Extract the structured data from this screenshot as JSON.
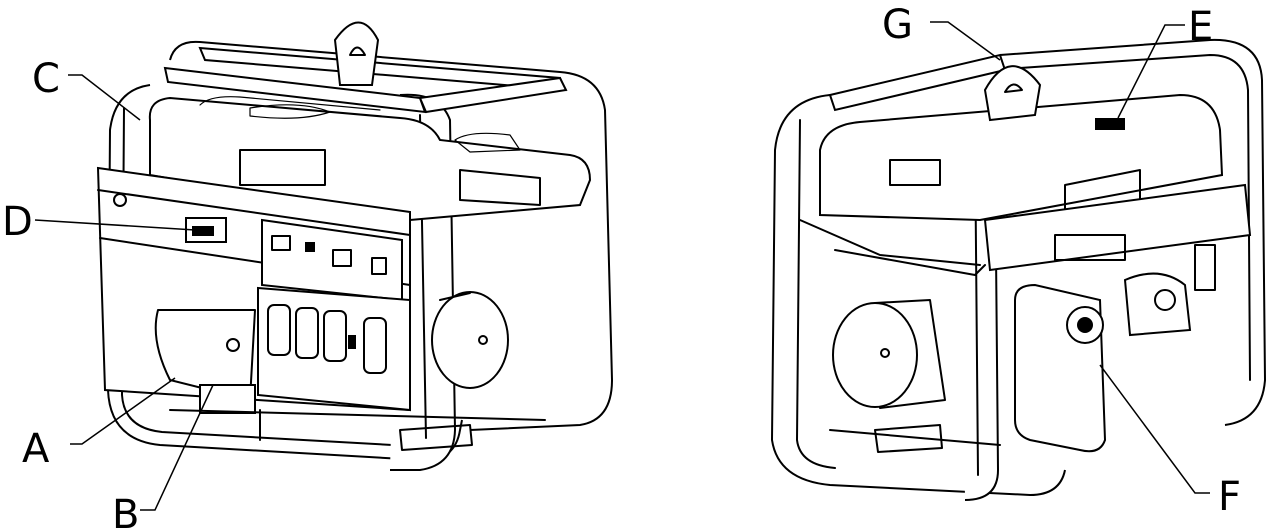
{
  "callouts": {
    "A": "A",
    "B": "B",
    "C": "C",
    "D": "D",
    "E": "E",
    "F": "F",
    "G": "G"
  }
}
